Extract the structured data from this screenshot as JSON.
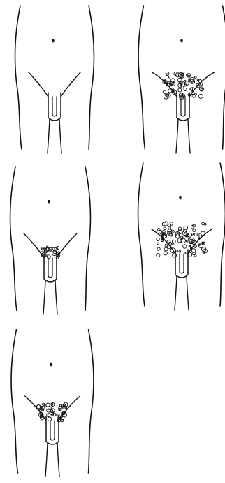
{
  "figure": {
    "stroke_color": "#111111",
    "background": "#ffffff",
    "panels": [
      {
        "hair_level": 0
      },
      {
        "hair_level": 3
      },
      {
        "hair_level": 1
      },
      {
        "hair_level": 4
      },
      {
        "hair_level": 2
      }
    ]
  }
}
